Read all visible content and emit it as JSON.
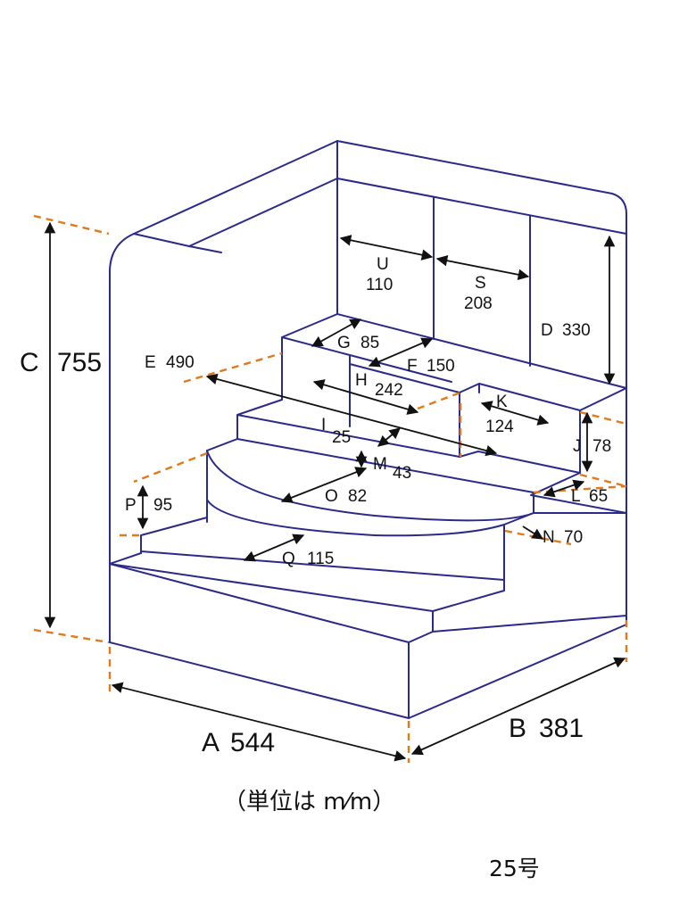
{
  "diagram": {
    "unit_label": "（単位は m⁄m）",
    "model_label": "25号",
    "dimensions": [
      {
        "id": "A",
        "letter": "A",
        "value": "544"
      },
      {
        "id": "B",
        "letter": "B",
        "value": "381"
      },
      {
        "id": "C",
        "letter": "C",
        "value": "755"
      },
      {
        "id": "D",
        "letter": "D",
        "value": "330"
      },
      {
        "id": "E",
        "letter": "E",
        "value": "490"
      },
      {
        "id": "F",
        "letter": "F",
        "value": "150"
      },
      {
        "id": "G",
        "letter": "G",
        "value": "85"
      },
      {
        "id": "H",
        "letter": "H",
        "value": "242"
      },
      {
        "id": "I",
        "letter": "I",
        "value": "25"
      },
      {
        "id": "J",
        "letter": "J",
        "value": "78"
      },
      {
        "id": "K",
        "letter": "K",
        "value": "124"
      },
      {
        "id": "L",
        "letter": "L",
        "value": "65"
      },
      {
        "id": "M",
        "letter": "M",
        "value": "43"
      },
      {
        "id": "N",
        "letter": "N",
        "value": "70"
      },
      {
        "id": "O",
        "letter": "O",
        "value": "82"
      },
      {
        "id": "P",
        "letter": "P",
        "value": "95"
      },
      {
        "id": "Q",
        "letter": "Q",
        "value": "115"
      },
      {
        "id": "S",
        "letter": "S",
        "value": "208"
      },
      {
        "id": "U",
        "letter": "U",
        "value": "110"
      }
    ]
  }
}
